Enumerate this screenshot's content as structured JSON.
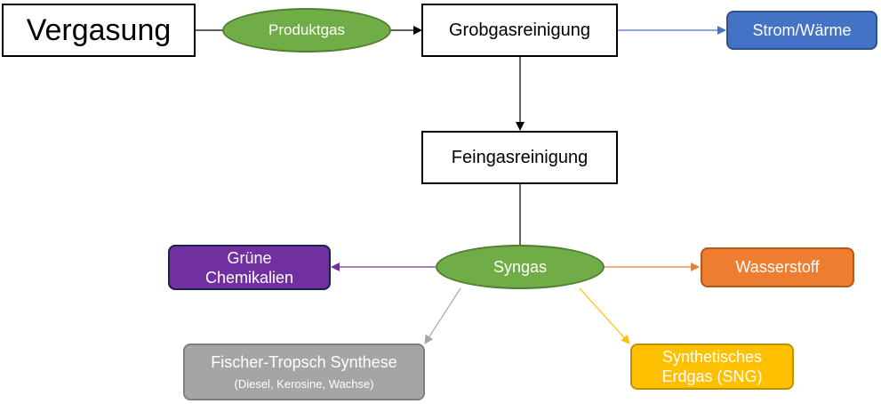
{
  "nodes": {
    "vergasung": "Vergasung",
    "produktgas": "Produktgas",
    "grobgasreinigung": "Grobgasreinigung",
    "strom_waerme": "Strom/Wärme",
    "feingasreinigung": "Feingasreinigung",
    "syngas": "Syngas",
    "gruene_chemikalien": [
      "Grüne",
      "Chemikalien"
    ],
    "wasserstoff": "Wasserstoff",
    "fischer_tropsch": {
      "title": "Fischer-Tropsch Synthese",
      "subtitle": "(Diesel, Kerosine, Wachse)"
    },
    "sng": [
      "Synthetisches",
      "Erdgas (SNG)"
    ]
  },
  "colors": {
    "green": "#70ad47",
    "blue": "#4472c4",
    "purple": "#7030a0",
    "orange": "#ed7d31",
    "gray": "#a5a5a5",
    "yellow": "#ffc000"
  }
}
